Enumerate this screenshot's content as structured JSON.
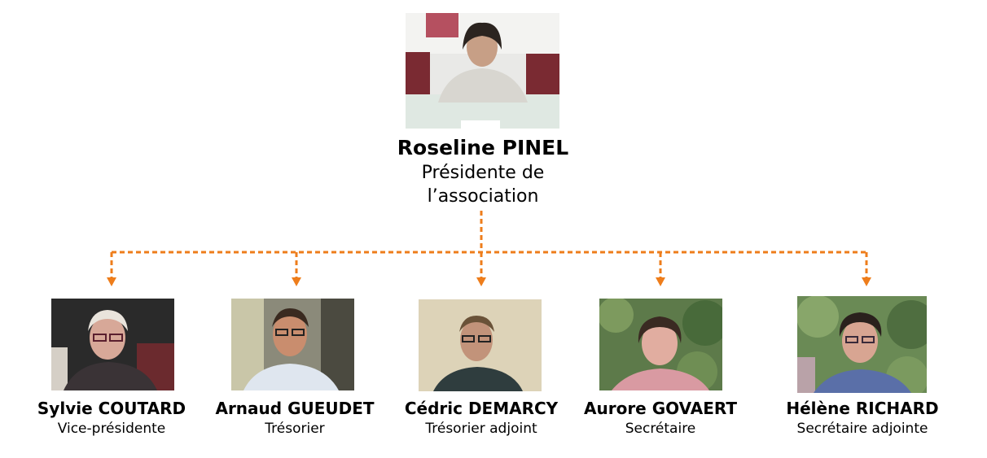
{
  "president": {
    "name": "Roseline PINEL",
    "role_line1": "Présidente de",
    "role_line2": "l’association"
  },
  "members": [
    {
      "name": "Sylvie COUTARD",
      "role": "Vice-présidente"
    },
    {
      "name": "Arnaud GUEUDET",
      "role": "Trésorier"
    },
    {
      "name": "Cédric DEMARCY",
      "role": "Trésorier adjoint"
    },
    {
      "name": "Aurore GOVAERT",
      "role": "Secrétaire"
    },
    {
      "name": "Hélène RICHARD",
      "role": "Secrétaire adjointe"
    }
  ],
  "colors": {
    "connector": "#ee7d1b"
  }
}
